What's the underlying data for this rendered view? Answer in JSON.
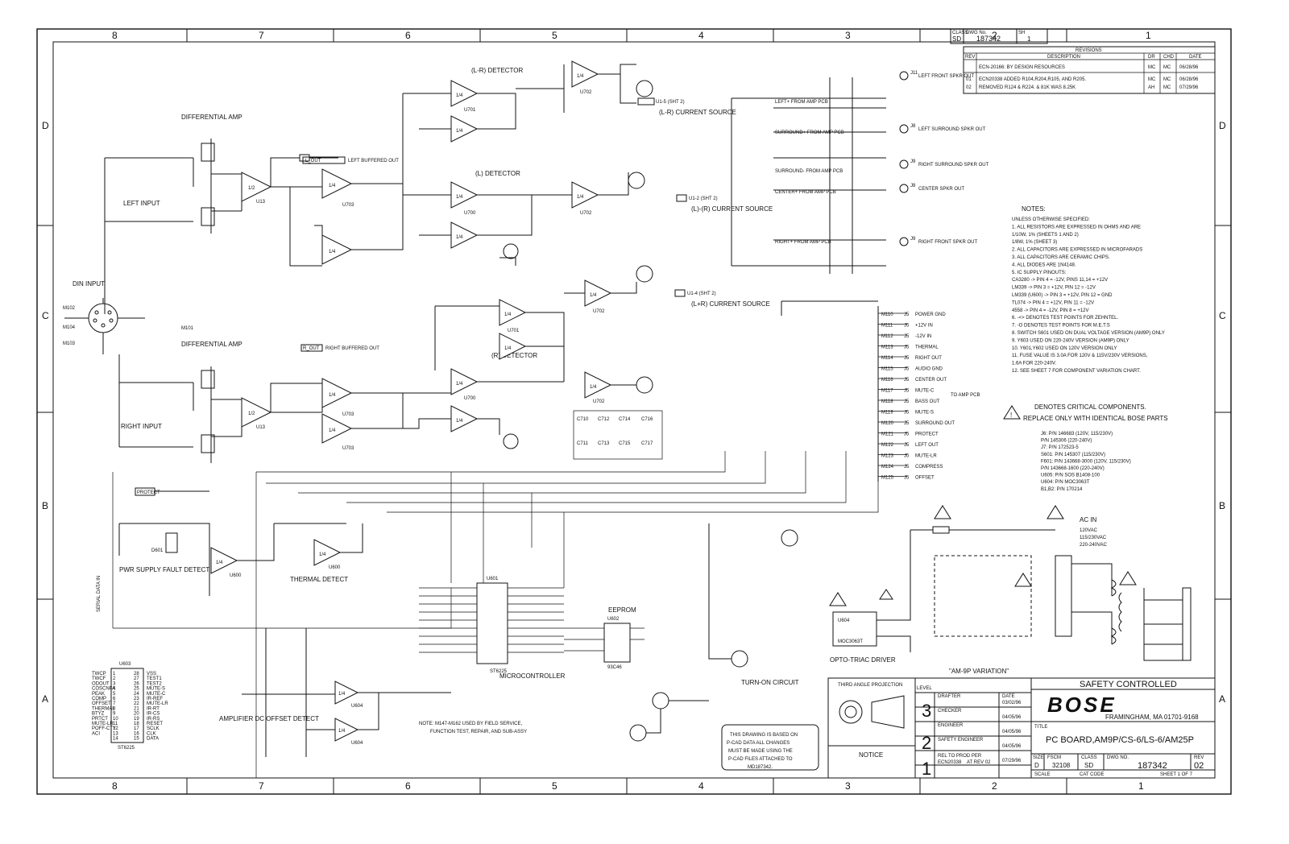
{
  "zones": {
    "columns": [
      "8",
      "7",
      "6",
      "5",
      "4",
      "3",
      "2",
      "1"
    ],
    "rows": [
      "D",
      "C",
      "B",
      "A"
    ]
  },
  "titleblock": {
    "class_label": "CLASS",
    "class": "SD",
    "dwg_label": "DWG No.",
    "dwg_no": "187342",
    "sh_label": "SH",
    "sheet": "1",
    "revisions_title": "REVISIONS",
    "rev_headers": [
      "REV",
      "DESCRIPTION",
      "DR",
      "CHD",
      "DATE"
    ],
    "revisions": [
      {
        "rev": "",
        "desc": "ECN-20166: BY DESIGN RESOURCES",
        "dr": "MC",
        "chd": "MC",
        "date": "06/28/96"
      },
      {
        "rev": "01",
        "desc": "ECN20338 ADDED R104,R204,R105, AND R205.",
        "dr": "MC",
        "chd": "MC",
        "date": "06/28/96"
      },
      {
        "rev": "02",
        "desc": "REMOVED R124 & R224. & 81K WAS 8.25K",
        "dr": "AH",
        "chd": "MC",
        "date": "07/29/96"
      }
    ],
    "safety": "SAFETY CONTROLLED",
    "brand": "BOSE",
    "location": "FRAMINGHAM, MA 01701-9168",
    "title_label": "TITLE",
    "title": "PC BOARD,AM9P/CS-6/LS-6/AM25P",
    "size_label": "SIZE",
    "size": "D",
    "fscm_label": "FSCM",
    "fscm": "32108",
    "class2": "SD",
    "dwgno_label": "DWG NO.",
    "rev_label": "REV",
    "rev": "02",
    "scale_label": "SCALE",
    "cat_label": "CAT CODE",
    "sheet_of": "SHEET 1 OF 7",
    "third_angle": "THIRD ANGLE PROJECTION",
    "level_label": "LEVEL",
    "levels": [
      "3",
      "2",
      "1"
    ],
    "drafter_label": "DRAFTER",
    "checker_label": "CHECKER",
    "engineer_label": "ENGINEER",
    "safety_eng_label": "SAFETY ENGINEER",
    "date_label": "DATE",
    "dates": [
      "03/02/96",
      "04/05/96",
      "04/05/96",
      "04/05/96",
      "07/29/96"
    ],
    "rel_label": "REL TO PROD PER",
    "rel_ecn": "ECN20338",
    "rel_rev": "AT REV 02",
    "notice": "NOTICE",
    "pcad_note": "THIS DRAWING IS BASED ON P-CAD DATA ALL CHANGES MUST BE MADE USING THE P-CAD FILES ATTACHED TO MD187342."
  },
  "notes": {
    "title": "NOTES:",
    "lines": [
      "UNLESS OTHERWISE SPECIFIED:",
      "1. ALL RESISTORS ARE EXPRESSED IN OHMS AND ARE",
      "   1/10W, 1% (SHEETS 1 AND 2)",
      "   1/8W, 1% (SHEET 3)",
      "2. ALL CAPACITORS ARE EXPRESSED IN MICROFARADS",
      "3. ALL CAPACITORS ARE CERAMIC CHIPS.",
      "4. ALL DIODES ARE 1N4148.",
      "5. IC SUPPLY PINOUTS:",
      "   CA3280 -> PIN 4 = -12V, PINS 11,14 = +12V",
      "   LM339 -> PIN 3 = +12V, PIN 12 = -12V",
      "   LM339 (U600) -> PIN 3 = +12V, PIN 12 = GND",
      "   TL074 -> PIN 4 = +12V, PIN 11 = -12V",
      "   4558 -> PIN 4 = -12V, PIN 8 = +12V",
      "6. -<> DENOTES TEST POINTS FOR ZEHNTEL.",
      "7. -O DENOTES TEST POINTS FOR M.E.T.S",
      "8. SWITCH S601 USED ON DUAL VOLTAGE VERSION (AM9P) ONLY",
      "9. Y603 USED ON 220-240V VERSION (AM9P) ONLY",
      "10. Y601,Y602 USED ON 120V VERSION ONLY",
      "11. FUSE VALUE IS 3.0A FOR 120V & 115V/230V VERSIONS,",
      "    1.6A FOR 220-240V.",
      "12. SEE SHEET 7 FOR COMPONENT VARIATION CHART."
    ],
    "critical_1": "DENOTES CRITICAL COMPONENTS.",
    "critical_2": "REPLACE ONLY WITH IDENTICAL BOSE PARTS",
    "parts": [
      "J6: P/N 146683 (120V, 115/230V)",
      "    P/N 145306 (220-240V)",
      "J7: P/N 172523-5",
      "S601: P/N 145307 (115/230V)",
      "F601: P/N 143668-3000 (120V, 115/230V)",
      "      P/N 143668-1600 (220-240V)",
      "U605: P/N SOS B1408-100",
      "U604: P/N MOC3063T",
      "B1,B2: P/N 170214"
    ]
  },
  "sections": {
    "diff_amp": "DIFFERENTIAL AMP",
    "left_input": "LEFT INPUT",
    "right_input": "RIGHT INPUT",
    "din_input": "DIN INPUT",
    "left_buffered": "LEFT BUFFERED OUT",
    "right_buffered": "RIGHT BUFFERED OUT",
    "lr_detector": "(L-R) DETECTOR",
    "l_detector": "(L) DETECTOR",
    "r_detector": "(R) DETECTOR",
    "lr_current": "(L-R) CURRENT SOURCE",
    "lpr_current": "(L+R) CURRENT SOURCE",
    "lmr_current": "(L)-(R) CURRENT SOURCE",
    "pwr_fault": "PWR SUPPLY FAULT DETECT",
    "thermal": "THERMAL DETECT",
    "amp_dc": "AMPLIFIER DC OFFSET DETECT",
    "microcontroller": "MICROCONTROLLER",
    "eeprom": "EEPROM",
    "turn_on": "TURN-ON CIRCUIT",
    "opto": "OPTO-TRIAC DRIVER",
    "am9p": "\"AM-9P VARIATION\"",
    "ac_in": "AC IN",
    "ac_volts": [
      "120VAC",
      "115/230VAC",
      "220-240VAC"
    ],
    "field_note": "NOTE: M147-M162 USED BY FIELD SERVICE, FUNCTION TEST, REPAIR, AND SUB-ASSY",
    "to_amp": "TO AMP PCB",
    "serial_data": "SERIAL DATA IN"
  },
  "speaker_outputs": [
    {
      "label": "LEFT FRONT SPKR OUT",
      "jack": "J11"
    },
    {
      "label": "LEFT SURROUND SPKR OUT",
      "jack": "J8"
    },
    {
      "label": "RIGHT SURROUND SPKR OUT",
      "jack": "J9"
    },
    {
      "label": "CENTER SPKR OUT",
      "jack": "J8"
    },
    {
      "label": "RIGHT FRONT SPKR OUT",
      "jack": "J9"
    }
  ],
  "amp_inputs": [
    "LEFT+ FROM AMP PCB",
    "SURROUND+ FROM AMP PCB",
    "SURROUND- FROM AMP PCB",
    "CENTER+ FROM AMP PCB",
    "RIGHT+ FROM AMP PCB"
  ],
  "connector_j5": [
    {
      "tp": "M110",
      "pin": "J5",
      "name": "POWER GND"
    },
    {
      "tp": "M111",
      "pin": "J5",
      "name": "+12V IN"
    },
    {
      "tp": "M112",
      "pin": "J5",
      "name": "-12V IN"
    },
    {
      "tp": "M113",
      "pin": "J5",
      "name": "THERMAL"
    },
    {
      "tp": "M114",
      "pin": "J5",
      "name": "RIGHT OUT"
    },
    {
      "tp": "M115",
      "pin": "J5",
      "name": "AUDIO GND"
    },
    {
      "tp": "M116",
      "pin": "J5",
      "name": "CENTER OUT"
    },
    {
      "tp": "M117",
      "pin": "J5",
      "name": "MUTE-C"
    },
    {
      "tp": "M118",
      "pin": "J5",
      "name": "BASS OUT"
    },
    {
      "tp": "M119",
      "pin": "J5",
      "name": "MUTE-S"
    },
    {
      "tp": "M120",
      "pin": "J5",
      "name": "SURROUND OUT"
    },
    {
      "tp": "M121",
      "pin": "J5",
      "name": "PROTECT"
    },
    {
      "tp": "M122",
      "pin": "J5",
      "name": "LEFT OUT"
    },
    {
      "tp": "M123",
      "pin": "J5",
      "name": "MUTE-LR"
    },
    {
      "tp": "M124",
      "pin": "J5",
      "name": "COMPRESS"
    },
    {
      "tp": "M125",
      "pin": "J5",
      "name": "OFFSET"
    }
  ],
  "ic_labels": [
    "U703",
    "U13",
    "U701",
    "U702",
    "U700",
    "U600",
    "U601",
    "U602",
    "U603",
    "U604"
  ],
  "u603_pins": [
    [
      "TWCP",
      "1",
      "28",
      "VSS"
    ],
    [
      "TWCF",
      "2",
      "27",
      "TEST1"
    ],
    [
      "ODOUT",
      "3",
      "26",
      "TEST2"
    ],
    [
      "COSCNFA",
      "4",
      "25",
      "MUTE-S"
    ],
    [
      "PEAK",
      "5",
      "24",
      "MUTE-C"
    ],
    [
      "COMP",
      "6",
      "23",
      "IR-REF"
    ],
    [
      "OFFSET",
      "7",
      "22",
      "MUTE-LR"
    ],
    [
      "THERMAL",
      "8",
      "21",
      "IR-RT"
    ],
    [
      "BTYZ",
      "9",
      "20",
      "IR-CS"
    ],
    [
      "PRTCT",
      "10",
      "19",
      "IR-RS"
    ],
    [
      "MUTE-LR",
      "11",
      "18",
      "RESET"
    ],
    [
      "POFF-CTY",
      "12",
      "17",
      "SCLK"
    ],
    [
      "ACI",
      "13",
      "16",
      "CLK"
    ],
    [
      "",
      "14",
      "15",
      "DATA"
    ]
  ]
}
